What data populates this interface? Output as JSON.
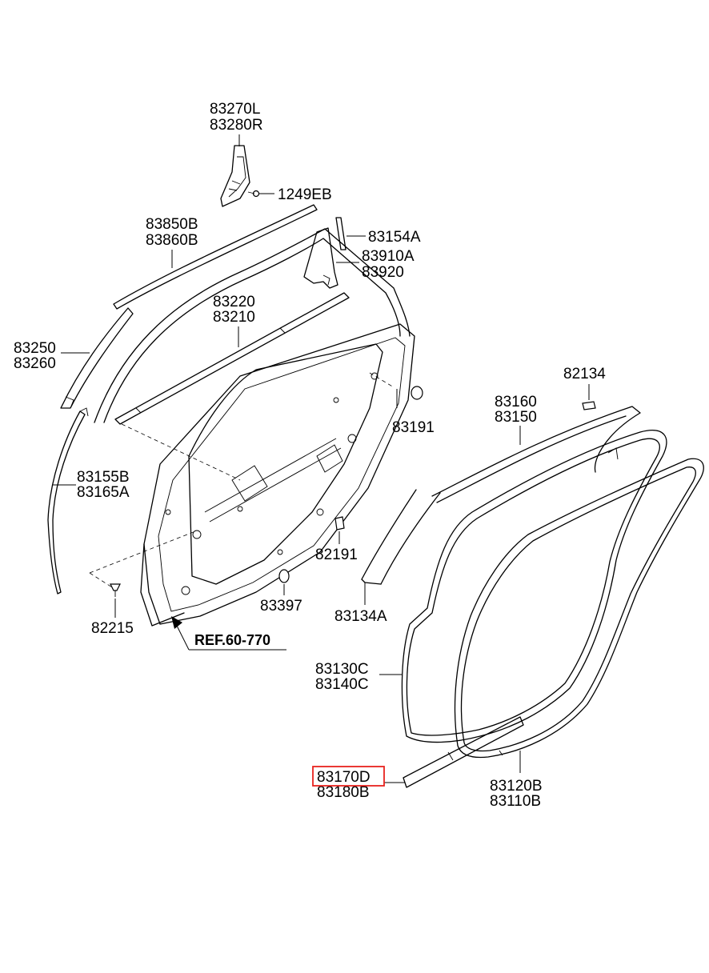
{
  "labels": {
    "p83270L": "83270L",
    "p83280R": "83280R",
    "p1249EB": "1249EB",
    "p83850B": "83850B",
    "p83860B": "83860B",
    "p83154A": "83154A",
    "p83910A": "83910A",
    "p83920": "83920",
    "p83220": "83220",
    "p83210": "83210",
    "p83250": "83250",
    "p83260": "83260",
    "p82134": "82134",
    "p83160": "83160",
    "p83150": "83150",
    "p83191": "83191",
    "p83155B": "83155B",
    "p83165A": "83165A",
    "p82191": "82191",
    "p83397": "83397",
    "p83134A": "83134A",
    "p82215": "82215",
    "ref": "REF.60-770",
    "p83130C": "83130C",
    "p83140C": "83140C",
    "p83170D": "83170D",
    "p83180B": "83180B",
    "p83120B": "83120B",
    "p83110B": "83110B"
  },
  "highlight": {
    "part": "83170D",
    "color": "#e8231f"
  }
}
